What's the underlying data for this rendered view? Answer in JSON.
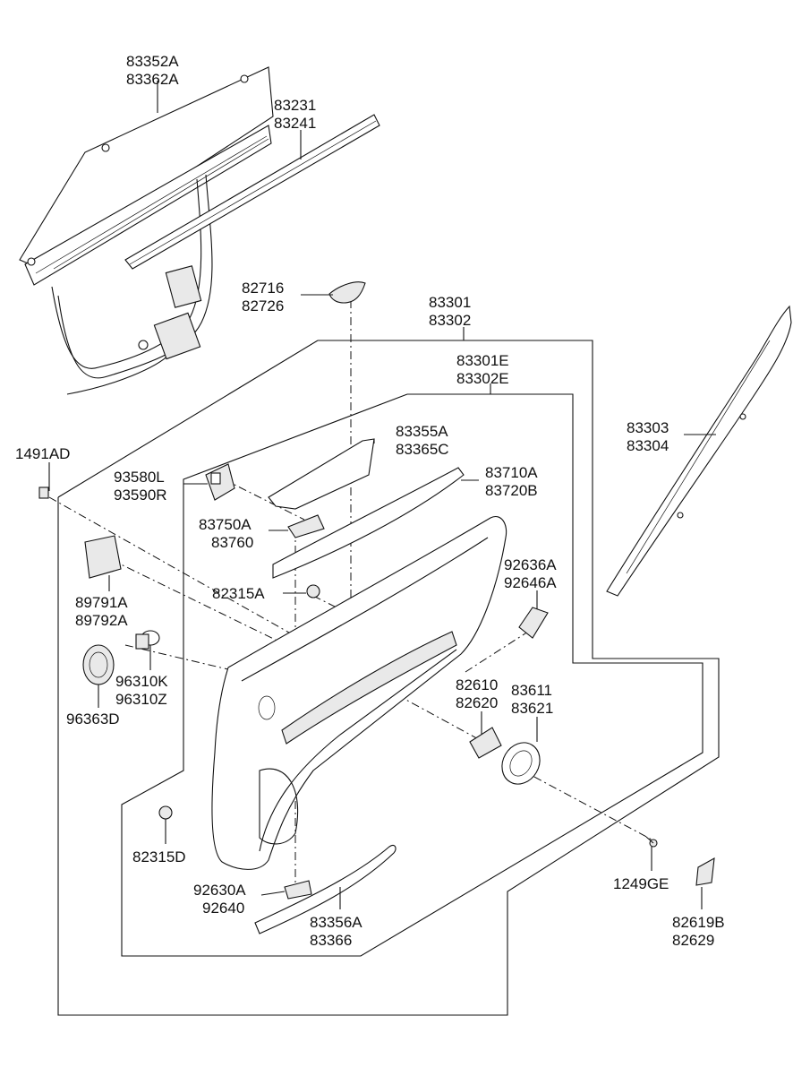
{
  "labels": {
    "window_glass_channel": [
      "83352A",
      "83362A"
    ],
    "glass_run": [
      "83231",
      "83241"
    ],
    "handle_cover": [
      "82716",
      "82726"
    ],
    "trim_panel_assy": [
      "83301",
      "83302"
    ],
    "trim_panel": [
      "83301E",
      "83302E"
    ],
    "upper_trim": [
      "83303",
      "83304"
    ],
    "bolt_clip": [
      "1491AD"
    ],
    "power_window_switch": [
      "93580L",
      "93590R"
    ],
    "switch_panel": [
      "83355A",
      "83365C"
    ],
    "armrest": [
      "83710A",
      "83720B"
    ],
    "switch_bezel": [
      "83750A",
      "83760"
    ],
    "clip_a": [
      "82315A"
    ],
    "courtesy_lamp_cover": [
      "92636A",
      "92646A"
    ],
    "door_module": [
      "89791A",
      "89792A"
    ],
    "speaker_grille": [
      "96363D"
    ],
    "speaker": [
      "96310K",
      "96310Z"
    ],
    "inside_handle": [
      "82610",
      "82620"
    ],
    "handle_bezel": [
      "83611",
      "83621"
    ],
    "clip_d": [
      "82315D"
    ],
    "screw": [
      "1249GE"
    ],
    "courtesy_lamp": [
      "92630A",
      "92640"
    ],
    "lower_garnish": [
      "83356A",
      "83366"
    ],
    "cap": [
      "82619B",
      "82629"
    ]
  }
}
